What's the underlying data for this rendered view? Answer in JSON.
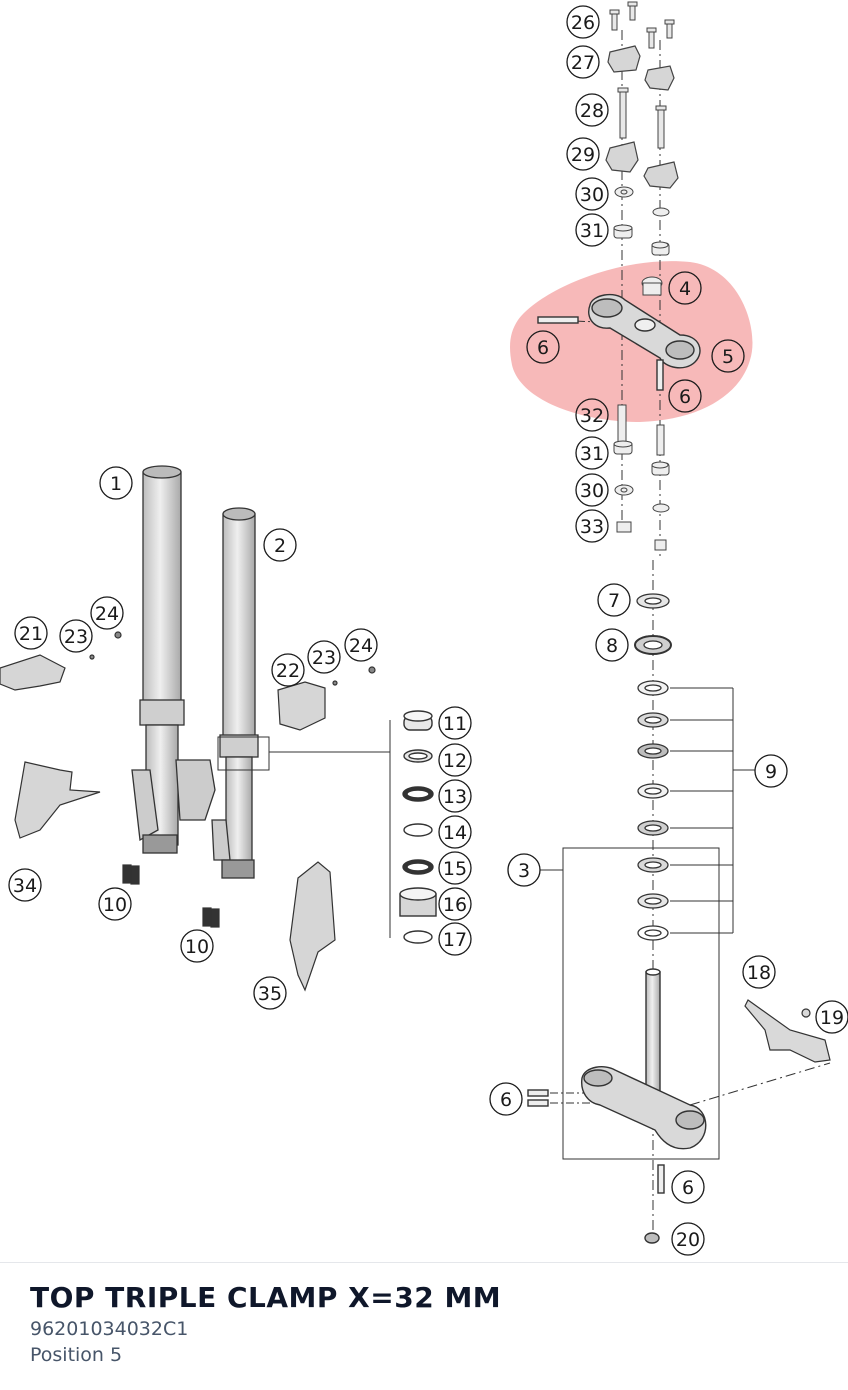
{
  "diagram": {
    "highlight_color": "#f08080",
    "highlighted_part": "5",
    "callouts": [
      "1",
      "2",
      "3",
      "4",
      "5",
      "6",
      "7",
      "8",
      "9",
      "10",
      "11",
      "12",
      "13",
      "14",
      "15",
      "16",
      "17",
      "18",
      "19",
      "20",
      "21",
      "22",
      "23",
      "24",
      "26",
      "27",
      "28",
      "29",
      "30",
      "31",
      "32",
      "33",
      "34",
      "35"
    ]
  },
  "footer": {
    "title": "TOP TRIPLE CLAMP X=32 MM",
    "part_number": "96201034032C1",
    "position": "Position 5"
  }
}
